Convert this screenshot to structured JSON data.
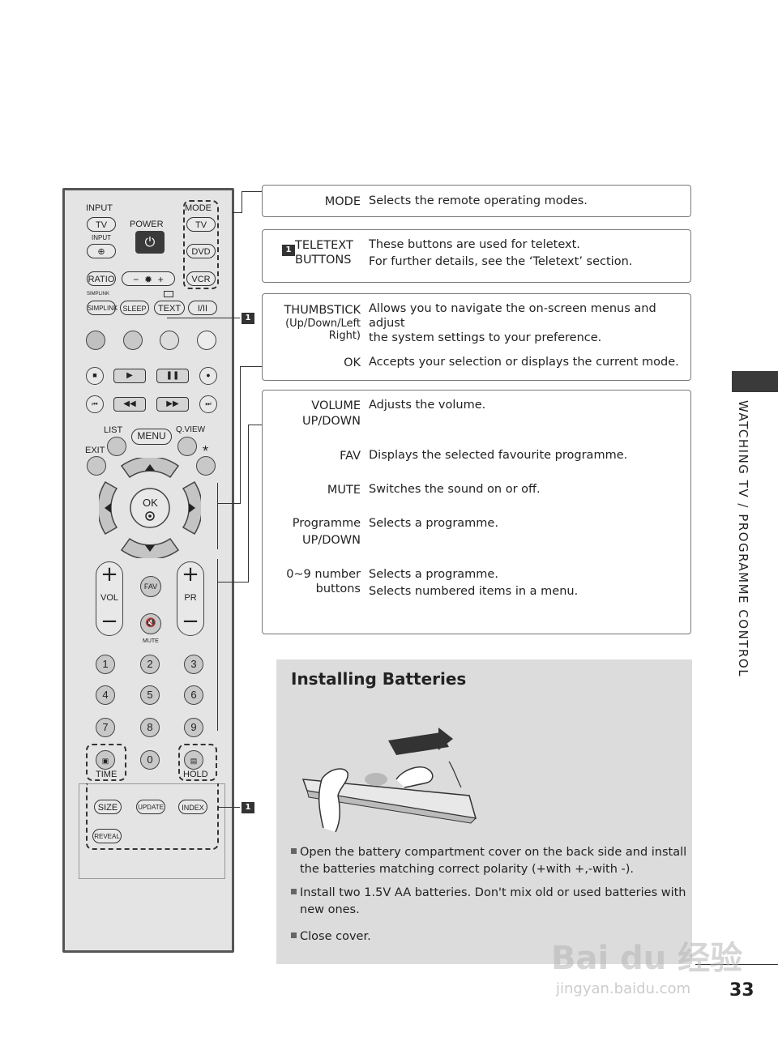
{
  "remote": {
    "input_top": "INPUT",
    "tv_btn": "TV",
    "input_small": "INPUT",
    "power": "POWER",
    "mode": "MODE",
    "mode_tv": "TV",
    "mode_dvd": "DVD",
    "mode_vcr": "VCR",
    "ratio": "RATIO",
    "simplink_logo": "SIMPLINK",
    "simplink": "SIMPLINK",
    "sleep": "SLEEP",
    "text": "TEXT",
    "i_ii": "I/II",
    "list": "LIST",
    "menu": "MENU",
    "qview": "Q.VIEW",
    "exit": "EXIT",
    "star": "*",
    "ok": "OK",
    "vol": "VOL",
    "pr": "PR",
    "fav": "FAV",
    "mute": "MUTE",
    "numbers": [
      "1",
      "2",
      "3",
      "4",
      "5",
      "6",
      "7",
      "8",
      "9",
      "0"
    ],
    "time": "TIME",
    "hold": "HOLD",
    "size": "SIZE",
    "update": "UPDATE",
    "index": "INDEX",
    "reveal": "REVEAL",
    "callout_1": "1",
    "callout_1b": "1"
  },
  "descriptions": {
    "mode": {
      "term": "MODE",
      "desc": "Selects the remote operating modes."
    },
    "teletext": {
      "badge": "1",
      "term1": "TELETEXT",
      "term2": "BUTTONS",
      "desc1": "These buttons are used for teletext.",
      "desc2": "For further details, see the ‘Teletext’ section."
    },
    "thumbstick": {
      "term": "THUMBSTICK",
      "sub1": "(Up/Down/Left",
      "sub2": "Right)",
      "desc1": "Allows you to navigate the on-screen menus and adjust",
      "desc2": "the system settings to your preference."
    },
    "ok": {
      "term": "OK",
      "desc": "Accepts your selection or displays the current mode."
    },
    "volume": {
      "term1": "VOLUME",
      "term2": "UP/DOWN",
      "desc": "Adjusts the volume."
    },
    "fav": {
      "term": "FAV",
      "desc": "Displays the selected favourite programme."
    },
    "mute": {
      "term": "MUTE",
      "desc": "Switches the sound on or off."
    },
    "programme": {
      "term1": "Programme",
      "term2": "UP/DOWN",
      "desc": "Selects a programme."
    },
    "numbers": {
      "term1": "0~9 number",
      "term2": "buttons",
      "desc1": "Selects a programme.",
      "desc2": "Selects numbered items in a menu."
    }
  },
  "batteries": {
    "title": "Installing Batteries",
    "bullet1a": "Open the battery compartment cover on the back side and install",
    "bullet1b": "the batteries matching correct polarity (+with +,-with -).",
    "bullet2a": "Install two 1.5V AA batteries. Don't mix old or used batteries with",
    "bullet2b": "new ones.",
    "bullet3": "Close cover."
  },
  "side_tab": "WATCHING TV / PROGRAMME CONTROL",
  "page_number": "33",
  "watermark": {
    "logo": "Bai du 经验",
    "url": "jingyan.baidu.com"
  }
}
